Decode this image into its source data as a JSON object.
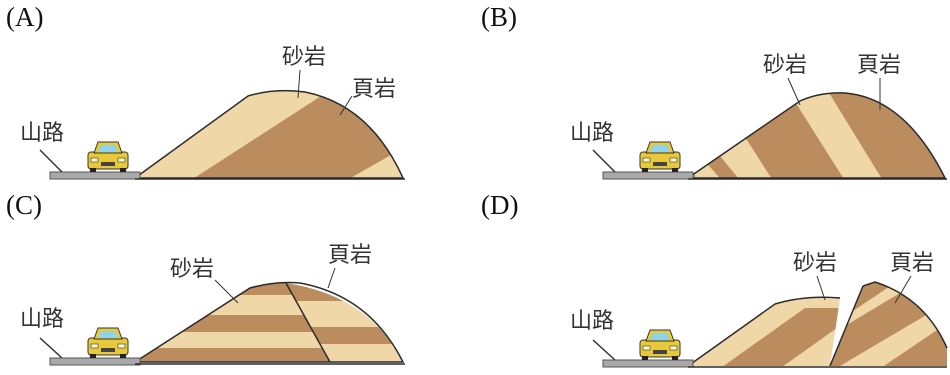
{
  "panels": [
    {
      "option": "(A)",
      "road_label": "山路",
      "sandstone_label": "砂岩",
      "shale_label": "頁岩"
    },
    {
      "option": "(B)",
      "road_label": "山路",
      "sandstone_label": "砂岩",
      "shale_label": "頁岩"
    },
    {
      "option": "(C)",
      "road_label": "山路",
      "sandstone_label": "砂岩",
      "shale_label": "頁岩"
    },
    {
      "option": "(D)",
      "road_label": "山路",
      "sandstone_label": "砂岩",
      "shale_label": "頁岩"
    }
  ],
  "colors": {
    "sandstone": "#efd7a8",
    "shale": "#bb8c5e",
    "road": "#a9a9a9",
    "car_body": "#e8c93a",
    "car_glass": "#8fd3ea"
  }
}
